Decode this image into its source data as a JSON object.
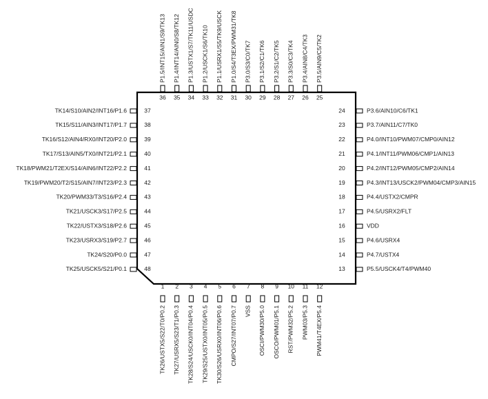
{
  "pins": [
    {
      "num": "1",
      "label": "TK26/USTX5/S22/T0/P0.2"
    },
    {
      "num": "2",
      "label": "TK27/USRX5/S23/T1/P0.3"
    },
    {
      "num": "3",
      "label": "TK28/S24/USCK0/INT04/P0.4"
    },
    {
      "num": "4",
      "label": "TK29/S25/USTX0/INT05/P0.5"
    },
    {
      "num": "5",
      "label": "TK30/S26/USRX0/INT06/P0.6"
    },
    {
      "num": "6",
      "label": "CMPO/S27/INT07/P0.7"
    },
    {
      "num": "7",
      "label": "VSS"
    },
    {
      "num": "8",
      "label": "OSCI/PWM30/P5.0"
    },
    {
      "num": "9",
      "label": "OSCO/PWM01/P5.1"
    },
    {
      "num": "10",
      "label": "RST/PWM32/P5.2"
    },
    {
      "num": "11",
      "label": "PWM03/P5.3"
    },
    {
      "num": "12",
      "label": "PWM41/T4EX/P5.4"
    },
    {
      "num": "13",
      "label": "P5.5/USCK4/T4/PWM40"
    },
    {
      "num": "14",
      "label": "P4.7/USTX4"
    },
    {
      "num": "15",
      "label": "P4.6/USRX4"
    },
    {
      "num": "16",
      "label": "VDD"
    },
    {
      "num": "17",
      "label": "P4.5/USRX2/FLT"
    },
    {
      "num": "18",
      "label": "P4.4/USTX2/CMPR"
    },
    {
      "num": "19",
      "label": "P4.3/INT13/USCK2/PWM04/CMP3/AIN15"
    },
    {
      "num": "20",
      "label": "P4.2/INT12/PWM05/CMP2/AIN14"
    },
    {
      "num": "21",
      "label": "P4.1/INT11/PWM06/CMP1/AIN13"
    },
    {
      "num": "22",
      "label": "P4.0/INT10/PWM07/CMP0/AIN12"
    },
    {
      "num": "23",
      "label": "P3.7/AIN11/C7/TK0"
    },
    {
      "num": "24",
      "label": "P3.6/AIN10/C6/TK1"
    },
    {
      "num": "25",
      "label": "P3.5/AIN9/C5/TK2"
    },
    {
      "num": "26",
      "label": "P3.4/AIN8/C4/TK3"
    },
    {
      "num": "27",
      "label": "P3.3/S0/C3/TK4"
    },
    {
      "num": "28",
      "label": "P3.2/S1/C2/TK5"
    },
    {
      "num": "29",
      "label": "P3.1/S2/C1/TK6"
    },
    {
      "num": "30",
      "label": "P3.0/S3/C0/TK7"
    },
    {
      "num": "31",
      "label": "P1.0/S4/T3EX/PWM31/TK8"
    },
    {
      "num": "32",
      "label": "P1.1/USRX1/S5/TK9/USCK"
    },
    {
      "num": "33",
      "label": "P1.2/USCK1/S6/TK10"
    },
    {
      "num": "34",
      "label": "P1.3/USTX1/S7/TK11/USDC"
    },
    {
      "num": "35",
      "label": "P1.4/INT14/AIN0/S8/TK12"
    },
    {
      "num": "36",
      "label": "P1.5/INT15/AIN1/S9/TK13"
    },
    {
      "num": "37",
      "label": "TK14/S10/AIN2/INT16/P1.6"
    },
    {
      "num": "38",
      "label": "TK15/S11/AIN3/INT17/P1.7"
    },
    {
      "num": "39",
      "label": "TK16/S12/AIN4/RX0/INT20/P2.0"
    },
    {
      "num": "40",
      "label": "TK17/S13/AIN5/TX0/INT21/P2.1"
    },
    {
      "num": "41",
      "label": "TK18/PWM21/T2EX/S14/AIN6/INT22/P2.2"
    },
    {
      "num": "42",
      "label": "TK19/PWM20/T2/S15/AIN7/INT23/P2.3"
    },
    {
      "num": "43",
      "label": "TK20/PWM33/T3/S16/P2.4"
    },
    {
      "num": "44",
      "label": "TK21/USCK3/S17/P2.5"
    },
    {
      "num": "45",
      "label": "TK22/USTX3/S18/P2.6"
    },
    {
      "num": "46",
      "label": "TK23/USRX3/S19/P2.7"
    },
    {
      "num": "47",
      "label": "TK24/S20/P0.0"
    },
    {
      "num": "48",
      "label": "TK25/USCK5/S21/P0.1"
    }
  ]
}
